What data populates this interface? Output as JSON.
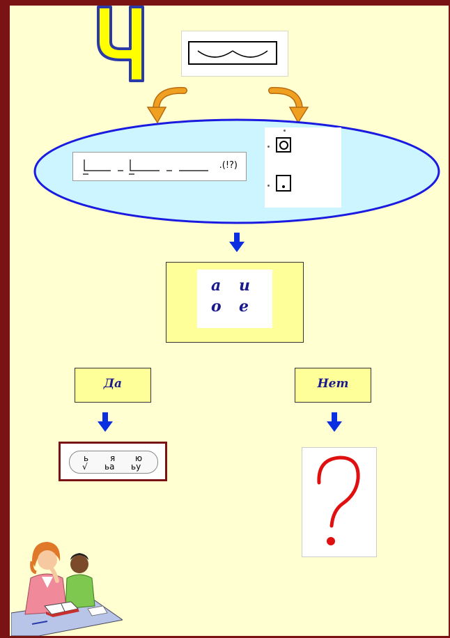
{
  "header": {
    "letter": "Ч"
  },
  "sentence_scheme": {
    "end_marks": ".(!?)"
  },
  "vowels": {
    "row1": [
      "а",
      "и"
    ],
    "row2": [
      "о",
      "е"
    ]
  },
  "branches": {
    "yes_label": "Да",
    "no_label": "Нет"
  },
  "soft_sign_card": {
    "letters": [
      "ь",
      "я",
      "ю"
    ],
    "sub_marks": [
      "√",
      "ьа",
      "ьу"
    ]
  },
  "question_mark": "?",
  "colors": {
    "background": "#ffffd1",
    "border": "#7a1414",
    "letter_fill": "#ffff00",
    "letter_stroke": "#2a3aa8",
    "ellipse_fill": "#ccf5ff",
    "ellipse_stroke": "#1a1ae0",
    "arrow_blue": "#0b2fe0",
    "arrow_orange": "#f0a020",
    "panel_yellow": "#ffff99",
    "label_text": "#1a1a8c",
    "question_red": "#e01010"
  },
  "icons": [
    "curved-arrow-icon",
    "down-arrow-icon",
    "circle-symbol-icon",
    "dot-symbol-icon",
    "question-mark-icon",
    "teacher-student-illustration"
  ]
}
